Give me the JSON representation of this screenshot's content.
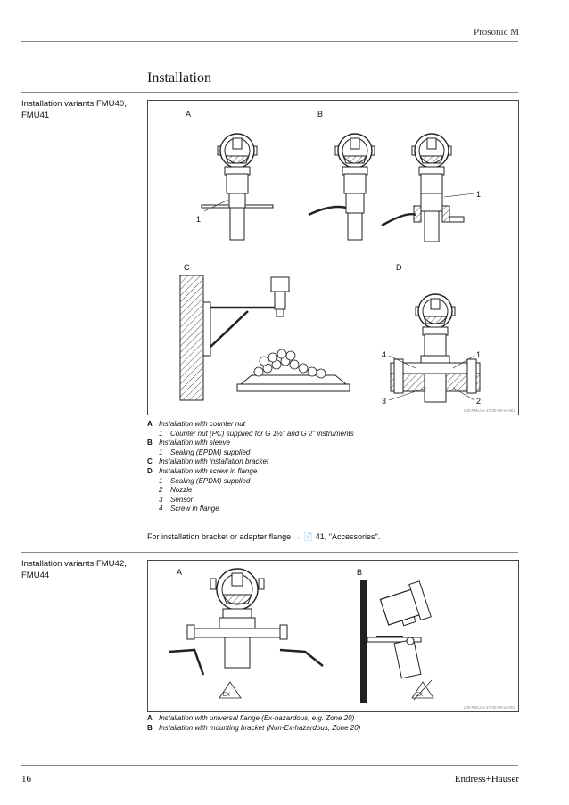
{
  "header": {
    "product": "Prosonic M"
  },
  "section": {
    "title": "Installation"
  },
  "block1": {
    "heading": "Installation variants FMU40, FMU41",
    "figure": {
      "labels": {
        "a": "A",
        "b": "B",
        "c": "C",
        "d": "D"
      },
      "callouts": [
        "1",
        "1",
        "1",
        "2",
        "3",
        "4"
      ],
      "code": "L00-FMU4x-17-00-00-xx-002"
    },
    "legend": [
      {
        "key": "A",
        "text": "Installation with counter nut",
        "sub": [
          {
            "key": "1",
            "text": "Counter nut (PC) supplied for G 1½\" and G 2\" instruments"
          }
        ]
      },
      {
        "key": "B",
        "text": "Installation with sleeve",
        "sub": [
          {
            "key": "1",
            "text": "Sealing (EPDM) supplied"
          }
        ]
      },
      {
        "key": "C",
        "text": "Installation with installation bracket",
        "sub": []
      },
      {
        "key": "D",
        "text": "Installation with screw in flange",
        "sub": [
          {
            "key": "1",
            "text": "Sealing (EPDM) supplied"
          },
          {
            "key": "2",
            "text": "Nozzle"
          },
          {
            "key": "3",
            "text": "Sensor"
          },
          {
            "key": "4",
            "text": "Screw in flange"
          }
        ]
      }
    ],
    "note": "For installation bracket or adapter flange → 📄 41, \"Accessories\"."
  },
  "block2": {
    "heading": "Installation variants FMU42, FMU44",
    "figure": {
      "labels": {
        "a": "A",
        "b": "B"
      },
      "ex_mark": "EX",
      "code": "L00-FMU4x-17-00-00-xx-003"
    },
    "legend": [
      {
        "key": "A",
        "text": "Installation with universal flange (Ex-hazardous, e.g. Zone 20)"
      },
      {
        "key": "B",
        "text": "Installation with mounting bracket (Non-Ex-hazardous, Zone 20)"
      }
    ]
  },
  "footer": {
    "page": "16",
    "company": "Endress+Hauser"
  }
}
